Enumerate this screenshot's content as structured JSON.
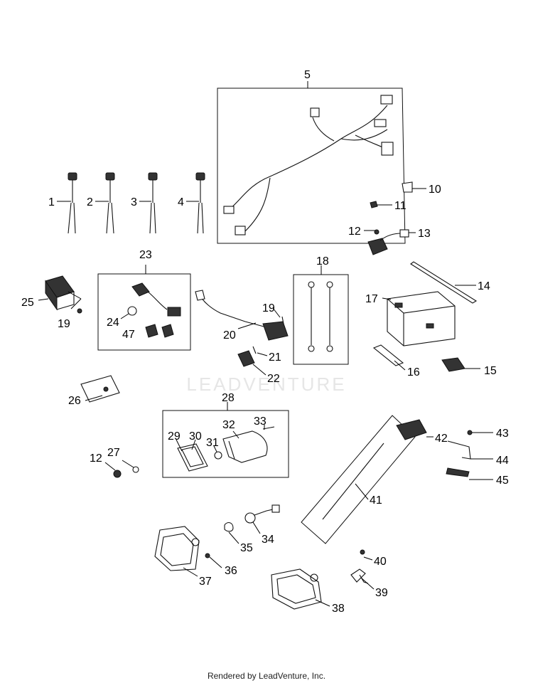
{
  "watermark": "LEADVENTURE",
  "footer": "Rendered by LeadVenture, Inc.",
  "callouts": {
    "c1": "1",
    "c2": "2",
    "c3": "3",
    "c4": "4",
    "c5": "5",
    "c10": "10",
    "c11": "11",
    "c12a": "12",
    "c13": "13",
    "c14": "14",
    "c15": "15",
    "c16": "16",
    "c17": "17",
    "c18": "18",
    "c19a": "19",
    "c19b": "19",
    "c20": "20",
    "c21": "21",
    "c22": "22",
    "c23": "23",
    "c24": "24",
    "c25": "25",
    "c26": "26",
    "c27": "27",
    "c12b": "12",
    "c28": "28",
    "c29": "29",
    "c30": "30",
    "c31": "31",
    "c32": "32",
    "c33": "33",
    "c34": "34",
    "c35": "35",
    "c36": "36",
    "c37": "37",
    "c38": "38",
    "c39": "39",
    "c40": "40",
    "c41": "41",
    "c42": "42",
    "c43": "43",
    "c44": "44",
    "c45": "45",
    "c47": "47"
  }
}
